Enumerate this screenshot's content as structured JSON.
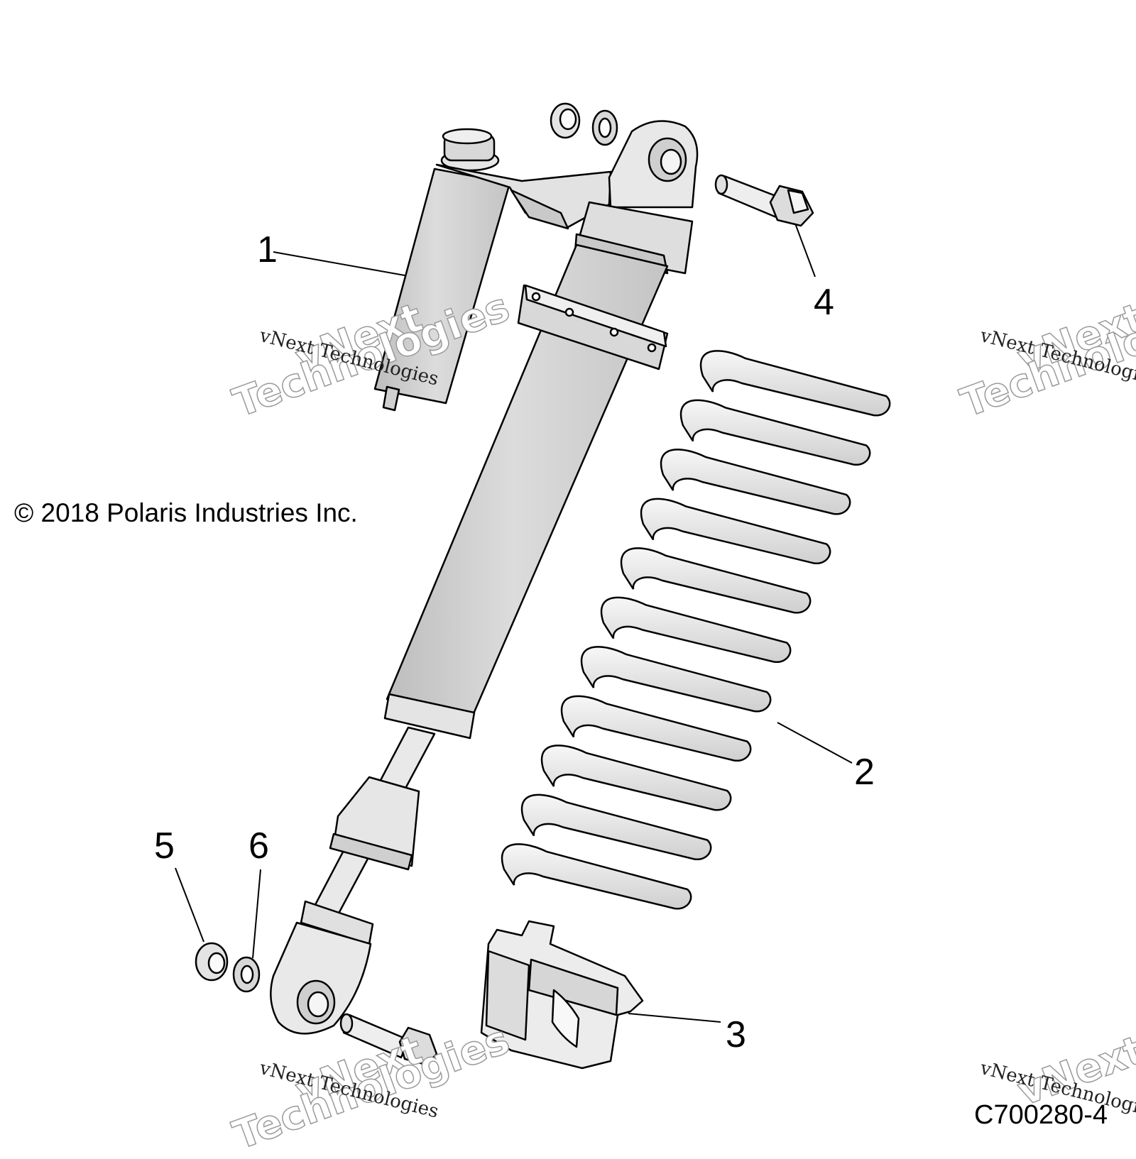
{
  "callouts": [
    {
      "id": "1",
      "label": "1"
    },
    {
      "id": "2",
      "label": "2"
    },
    {
      "id": "3",
      "label": "3"
    },
    {
      "id": "4",
      "label": "4"
    },
    {
      "id": "5",
      "label": "5"
    },
    {
      "id": "6",
      "label": "6"
    }
  ],
  "copyright": "© 2018 Polaris Industries Inc.",
  "figure_code": "C700280-4",
  "watermark": {
    "small": "vNext Technologies",
    "big_line1": "vNext",
    "big_line2": "Technologies"
  },
  "colors": {
    "part_fill": "#d4d4d4",
    "part_light": "#f2f2f2",
    "outline": "#000000",
    "watermark_outline": "#9a9a9a"
  }
}
